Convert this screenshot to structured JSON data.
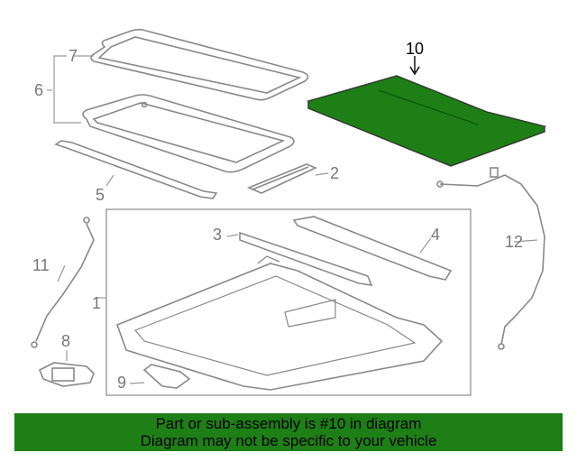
{
  "diagram": {
    "callouts": {
      "c1": "1",
      "c2": "2",
      "c3": "3",
      "c4": "4",
      "c5": "5",
      "c6": "6",
      "c7": "7",
      "c8": "8",
      "c9": "9",
      "c10": "10",
      "c11": "11",
      "c12": "12"
    },
    "highlighted_part": "10",
    "highlight_color": "#1d7f15",
    "line_color": "#999999"
  },
  "banner": {
    "line1": "Part or sub-assembly is #10 in diagram",
    "line2": "Diagram may not be specific to your vehicle",
    "background": "#1d7f15"
  }
}
